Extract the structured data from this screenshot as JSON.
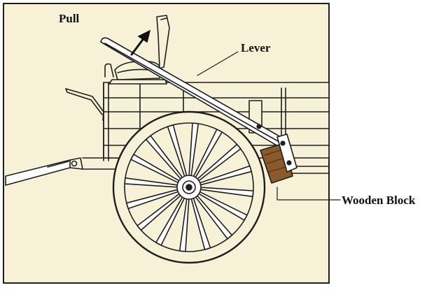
{
  "diagram": {
    "labels": {
      "pull": "Pull",
      "lever": "Lever",
      "wooden_block": "Wooden Block"
    },
    "colors": {
      "background": "#f7f1d7",
      "line": "#1e1e1e",
      "block": "#8b5a2b",
      "block_dark": "#5e3a1a"
    }
  }
}
